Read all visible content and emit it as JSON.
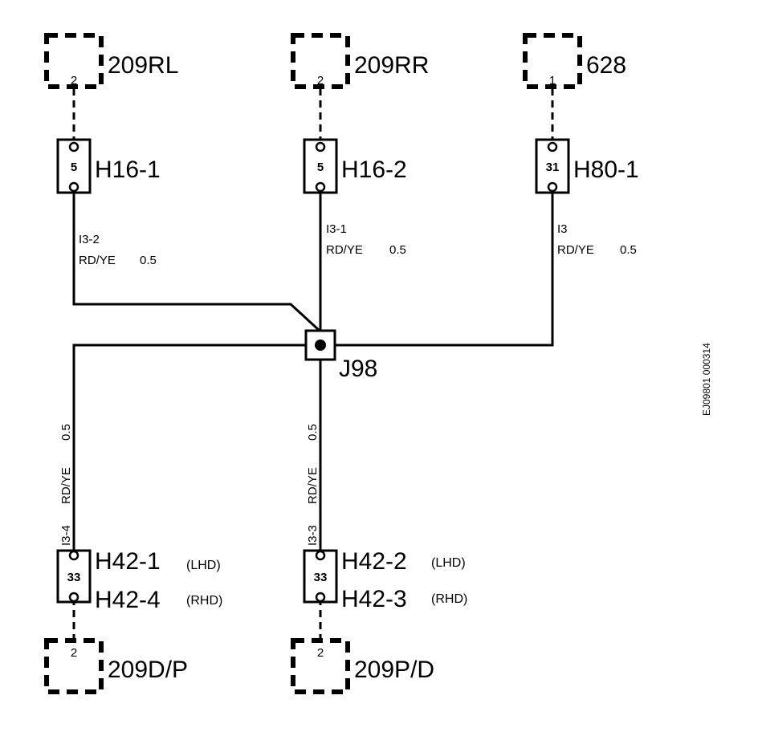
{
  "connectors": {
    "top_left": {
      "name": "209RL",
      "pin": "2"
    },
    "top_mid": {
      "name": "209RR",
      "pin": "2"
    },
    "top_right": {
      "name": "628",
      "pin": "1"
    },
    "bot_left": {
      "name": "209D/P",
      "pin": "2"
    },
    "bot_mid": {
      "name": "209P/D",
      "pin": "2"
    }
  },
  "inline_connectors": {
    "h16_1": {
      "name": "H16-1",
      "cavity": "5"
    },
    "h16_2": {
      "name": "H16-2",
      "cavity": "5"
    },
    "h80_1": {
      "name": "H80-1",
      "cavity": "31"
    },
    "h42_left": {
      "name_a": "H42-1",
      "suffix_a": "(LHD)",
      "name_b": "H42-4",
      "suffix_b": "(RHD)",
      "cavity": "33"
    },
    "h42_right": {
      "name_a": "H42-2",
      "suffix_a": "(LHD)",
      "name_b": "H42-3",
      "suffix_b": "(RHD)",
      "cavity": "33"
    }
  },
  "junction": {
    "name": "J98"
  },
  "wires": {
    "w_h16_1": {
      "circuit": "I3-2",
      "color_code": "RD/YE",
      "size": "0.5"
    },
    "w_h16_2": {
      "circuit": "I3-1",
      "color_code": "RD/YE",
      "size": "0.5"
    },
    "w_h80_1": {
      "circuit": "I3",
      "color_code": "RD/YE",
      "size": "0.5"
    },
    "w_h42_left": {
      "circuit": "I3-4",
      "color_code": "RD/YE",
      "size": "0.5"
    },
    "w_h42_right": {
      "circuit": "I3-3",
      "color_code": "RD/YE",
      "size": "0.5"
    }
  },
  "figure_ref": "EJ09801 000314",
  "colors": {
    "ink": "#000000",
    "paper": "#ffffff"
  }
}
